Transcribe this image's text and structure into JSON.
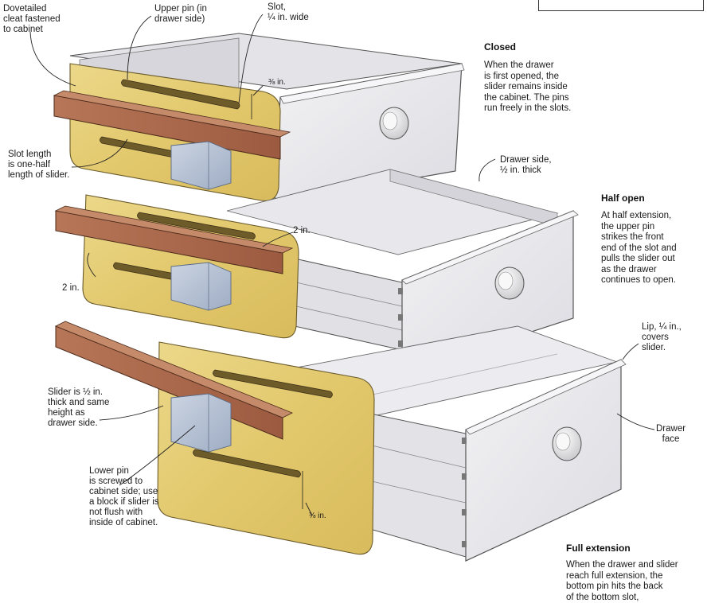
{
  "callouts": {
    "dovetailed_cleat": "Dovetailed\ncleat fastened\nto cabinet",
    "upper_pin": "Upper pin (in\ndrawer side)",
    "slot": "Slot,\n¼ in. wide",
    "upper_gap": "⅜ in.",
    "slot_length": "Slot length\nis one-half\nlength of slider.",
    "drawer_side": "Drawer side,\n½ in. thick",
    "two_in_upper": "2 in.",
    "two_in_lower": "2 in.",
    "lip": "Lip, ¼ in.,\ncovers\nslider.",
    "slider_desc": "Slider is ½ in.\nthick and same\nheight as\ndrawer side.",
    "drawer_face": "Drawer\nface",
    "lower_pin": "Lower pin\nis screwed to\ncabinet side; use\na block if slider is\nnot flush with\ninside of cabinet.",
    "lower_gap": "⅜ in."
  },
  "stages": {
    "closed": {
      "title": "Closed",
      "text": "When the drawer\nis first opened, the\nslider remains inside\nthe cabinet. The pins\nrun freely in the slots."
    },
    "half_open": {
      "title": "Half open",
      "text": "At half extension,\nthe upper pin\nstrikes the front\nend of the slot and\npulls the slider out\nas the drawer\ncontinues to open."
    },
    "full_extension": {
      "title": "Full extension",
      "text": "When the drawer and slider\nreach full extension, the\nbottom pin hits the back\nof the bottom slot,"
    }
  },
  "colors": {
    "cleat_wood": "#e6cf78",
    "slider_wood": "#a8644a",
    "drawer_box": "#ececef",
    "block": "#b8c4d6"
  }
}
